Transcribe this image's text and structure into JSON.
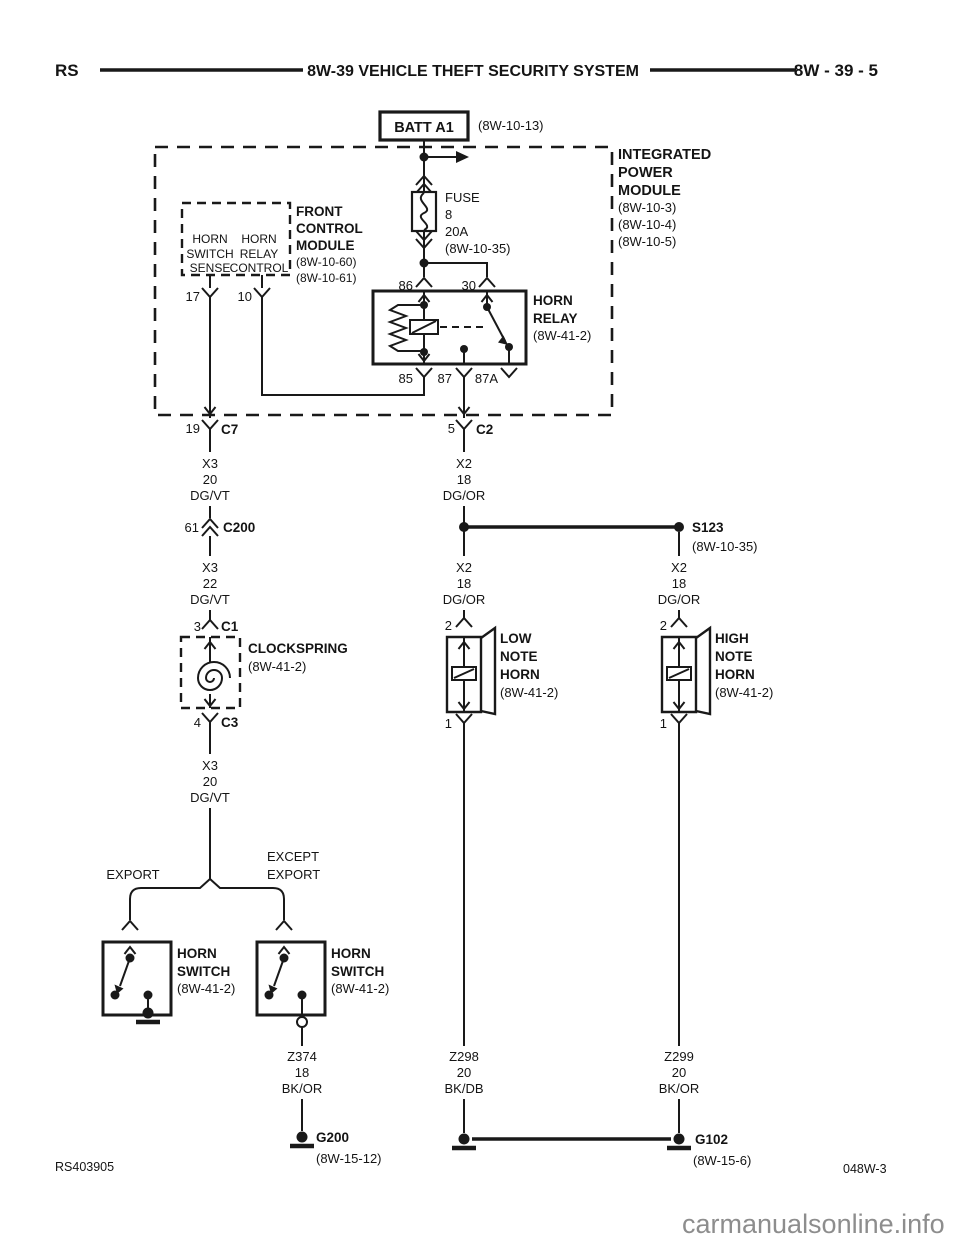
{
  "header": {
    "model": "RS",
    "title": "8W-39 VEHICLE THEFT SECURITY SYSTEM",
    "page": "8W - 39 - 5"
  },
  "footer": {
    "doc": "RS403905",
    "sheet": "048W-3",
    "watermark": "carmanualsonline.info"
  },
  "colors": {
    "line": "#191919",
    "watermark": "#8d8d8d",
    "background": "#ffffff"
  },
  "batt": {
    "label": "BATT A1",
    "ref": "(8W-10-13)"
  },
  "ipm": {
    "l1": "INTEGRATED",
    "l2": "POWER",
    "l3": "MODULE",
    "r1": "(8W-10-3)",
    "r2": "(8W-10-4)",
    "r3": "(8W-10-5)"
  },
  "fuse": {
    "l1": "FUSE",
    "l2": "8",
    "l3": "20A",
    "ref": "(8W-10-35)"
  },
  "fcm": {
    "l1": "FRONT",
    "l2": "CONTROL",
    "l3": "MODULE",
    "r1": "(8W-10-60)",
    "r2": "(8W-10-61)",
    "s1": "HORN",
    "s2": "SWITCH",
    "s3": "SENSE",
    "c1": "HORN",
    "c2": "RELAY",
    "c3": "CONTROL",
    "p17": "17",
    "p10": "10"
  },
  "relay": {
    "l1": "HORN",
    "l2": "RELAY",
    "ref": "(8W-41-2)",
    "p86": "86",
    "p30": "30",
    "p85": "85",
    "p87": "87",
    "p87a": "87A"
  },
  "c7": {
    "pin": "19",
    "name": "C7"
  },
  "c2": {
    "pin": "5",
    "name": "C2"
  },
  "c200": {
    "pin": "61",
    "name": "C200"
  },
  "s123": {
    "name": "S123",
    "ref": "(8W-10-35)"
  },
  "cs": {
    "name": "CLOCKSPRING",
    "ref": "(8W-41-2)",
    "p3": "3",
    "c1": "C1",
    "p4": "4",
    "c3": "C3"
  },
  "lh": {
    "l1": "LOW",
    "l2": "NOTE",
    "l3": "HORN",
    "ref": "(8W-41-2)",
    "p2": "2",
    "p1": "1"
  },
  "hh": {
    "l1": "HIGH",
    "l2": "NOTE",
    "l3": "HORN",
    "ref": "(8W-41-2)",
    "p2": "2",
    "p1": "1"
  },
  "hs1": {
    "l1": "HORN",
    "l2": "SWITCH",
    "ref": "(8W-41-2)"
  },
  "hs2": {
    "l1": "HORN",
    "l2": "SWITCH",
    "ref": "(8W-41-2)"
  },
  "branch": {
    "left": "EXPORT",
    "r1": "EXCEPT",
    "r2": "EXPORT"
  },
  "wires": {
    "w_c7": {
      "c": "X3",
      "g": "20",
      "col": "DG/VT"
    },
    "w_c2": {
      "c": "X2",
      "g": "18",
      "col": "DG/OR"
    },
    "w_c200": {
      "c": "X3",
      "g": "22",
      "col": "DG/VT"
    },
    "w_low": {
      "c": "X2",
      "g": "18",
      "col": "DG/OR"
    },
    "w_high": {
      "c": "X2",
      "g": "18",
      "col": "DG/OR"
    },
    "w_c3": {
      "c": "X3",
      "g": "20",
      "col": "DG/VT"
    },
    "w_z374": {
      "c": "Z374",
      "g": "18",
      "col": "BK/OR"
    },
    "w_z298": {
      "c": "Z298",
      "g": "20",
      "col": "BK/DB"
    },
    "w_z299": {
      "c": "Z299",
      "g": "20",
      "col": "BK/OR"
    }
  },
  "grounds": {
    "g200": {
      "name": "G200",
      "ref": "(8W-15-12)"
    },
    "g102": {
      "name": "G102",
      "ref": "(8W-15-6)"
    }
  }
}
